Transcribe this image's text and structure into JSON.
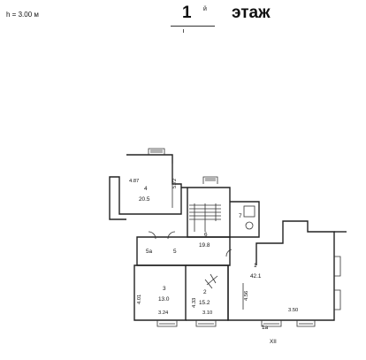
{
  "header": {
    "height_note": "h = 3.00 м",
    "floor_number": "1",
    "floor_sup": "й",
    "floor_word": "этаж"
  },
  "rooms": [
    {
      "id": "4",
      "area": "20.5"
    },
    {
      "id": "5а"
    },
    {
      "id": "5"
    },
    {
      "id": "6",
      "area": "19.8"
    },
    {
      "id": "7"
    },
    {
      "id": "1",
      "area": "42.1"
    },
    {
      "id": "2",
      "area": "15.2"
    },
    {
      "id": "3",
      "area": "13.0"
    },
    {
      "id": "1а"
    }
  ],
  "dimensions": [
    "4.87",
    "5.72",
    "4.01",
    "3.24",
    "4.33",
    "3.10",
    "4.56",
    "3.50"
  ],
  "axis_marks": [
    "XII"
  ]
}
